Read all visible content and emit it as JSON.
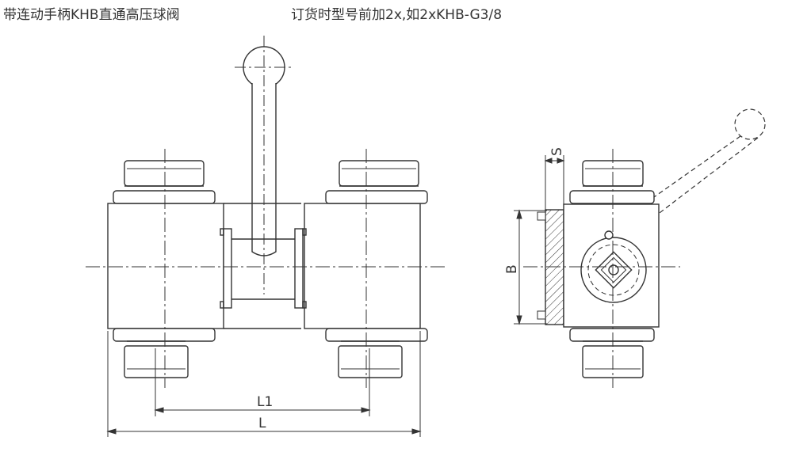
{
  "header": {
    "title": "带连动手柄KHB直通高压球阀",
    "order_note": "订货时型号前加2x,如2xKHB-G3/8"
  },
  "dimensions": {
    "overall_length": "L",
    "port_spacing": "L1",
    "body_height": "B",
    "plate_thickness": "S"
  },
  "colors": {
    "line": "#333333",
    "background": "#ffffff"
  }
}
